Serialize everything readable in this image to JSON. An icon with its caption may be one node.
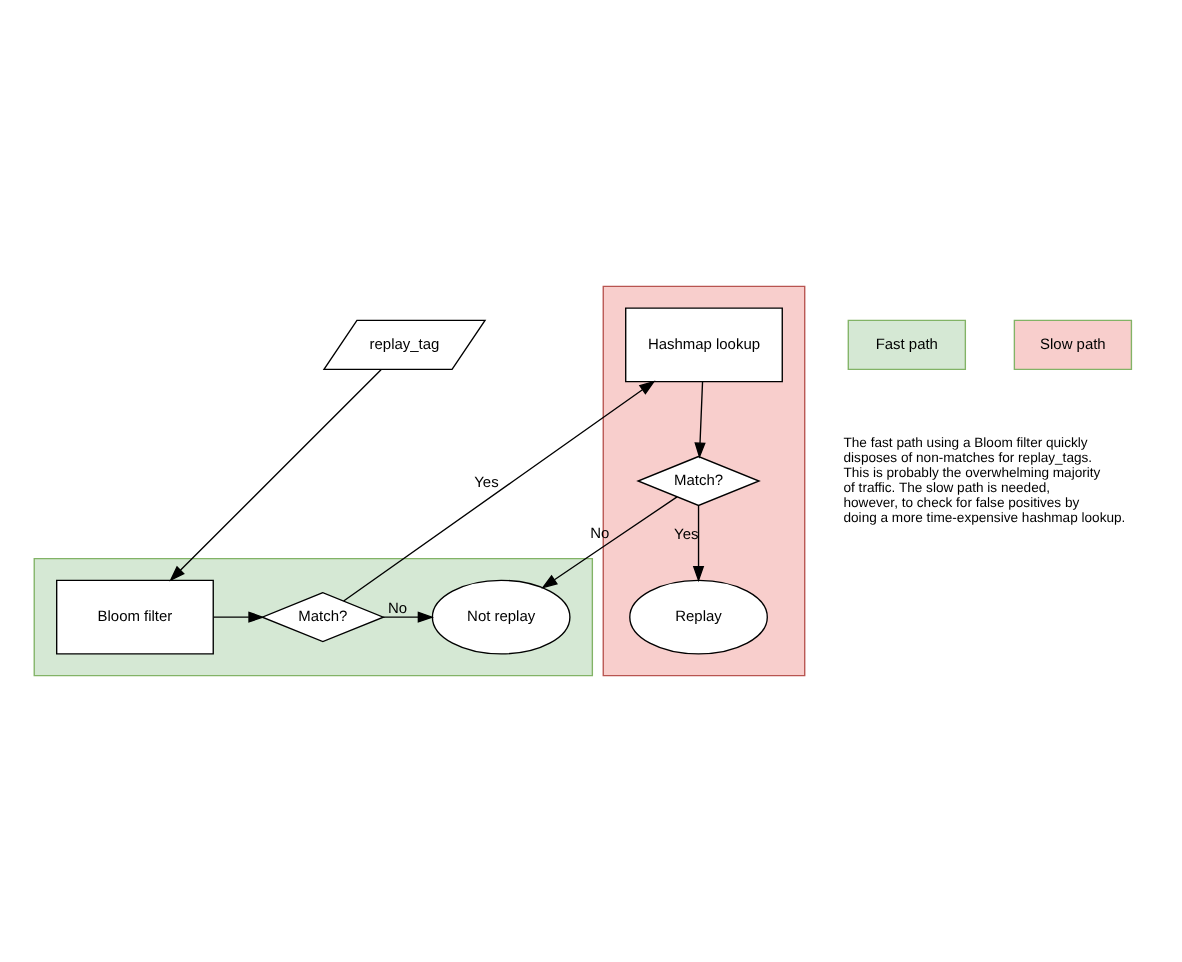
{
  "diagram": {
    "nodes": [
      {
        "text": [
          "replay_tag"
        ]
      },
      {
        "text": [],
        "shape": "box"
      },
      {
        "text": [
          "Bloom filter"
        ],
        "in": 1
      },
      {
        "text": [
          "Match?"
        ],
        "in": 1
      },
      {
        "text": [
          "Not replay"
        ],
        "in": 1
      },
      {
        "text": [],
        "shape": "box"
      },
      {
        "text": [
          "Hashmap lookup"
        ],
        "in": 5
      },
      {
        "text": [
          "Match?"
        ],
        "in": 5
      },
      {
        "text": [
          "Replay"
        ],
        "in": 5
      }
    ],
    "edges": [
      {
        "from": 0,
        "to": 2,
        "arrow": "to"
      },
      {
        "from": 2,
        "to": 3,
        "arrow": "to"
      },
      {
        "from": 3,
        "to": 4,
        "arrow": "to",
        "label": "No"
      },
      {
        "from": 3,
        "to": 6,
        "arrow": "to",
        "label": "Yes"
      },
      {
        "from": 6,
        "to": 7,
        "arrow": "to"
      },
      {
        "from": 7,
        "to": 4,
        "arrow": "to",
        "label": "No"
      },
      {
        "from": 7,
        "to": 8,
        "arrow": "to",
        "label": "Yes"
      }
    ],
    "labels": [
      "The fast path using a Bloom filter quickly disposes of non-matches for replay_tags. This is probably the overwhelming majority of traffic. The slow path is needed, however, to check for false positives by doing a more time-expensive hashmap lookup."
    ],
    "legend": [
      {
        "text": "Fast path",
        "color": "#d5e8d4"
      },
      {
        "text": "Slow path",
        "color": "#f8cecc"
      }
    ]
  }
}
